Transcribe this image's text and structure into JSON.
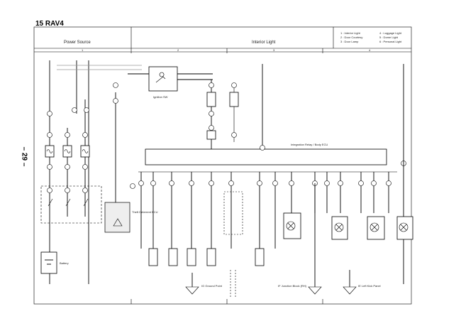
{
  "page": {
    "header": "15  RAV4",
    "side_page_number": "– 29 –"
  },
  "sections": [
    {
      "title": "Power Source",
      "number": "1"
    },
    {
      "title": "Interior Light",
      "number": "2"
    },
    {
      "title": "",
      "number": "3"
    },
    {
      "title": "",
      "number": "4"
    }
  ],
  "legend": {
    "col1": [
      "1 : Interior Light",
      "2 : Door Courtesy",
      "3 : Door Lamp"
    ],
    "col2": [
      "4 : Luggage Light",
      "5 : Dome Light",
      "6 : Personal Light"
    ]
  },
  "components": {
    "main_ecu": "Integration Relay / Body ECU",
    "ignition_switch": "Ignition SW",
    "battery": "Battery",
    "theft_relay": "Theft Deterrent ECU"
  },
  "grounds": [
    {
      "id": "ground-1",
      "label": "IG  Ground Point"
    },
    {
      "id": "ground-2",
      "label": "IF Junction Block (RH)"
    },
    {
      "id": "ground-3",
      "label": "IE Left Kick Panel"
    }
  ],
  "colors": {
    "line": "#000000",
    "background": "#ffffff",
    "shade": "#eeeeee"
  },
  "icons": [
    "ground-icon",
    "fuse-icon",
    "lamp-icon",
    "switch-icon",
    "diode-icon",
    "connector-icon"
  ]
}
